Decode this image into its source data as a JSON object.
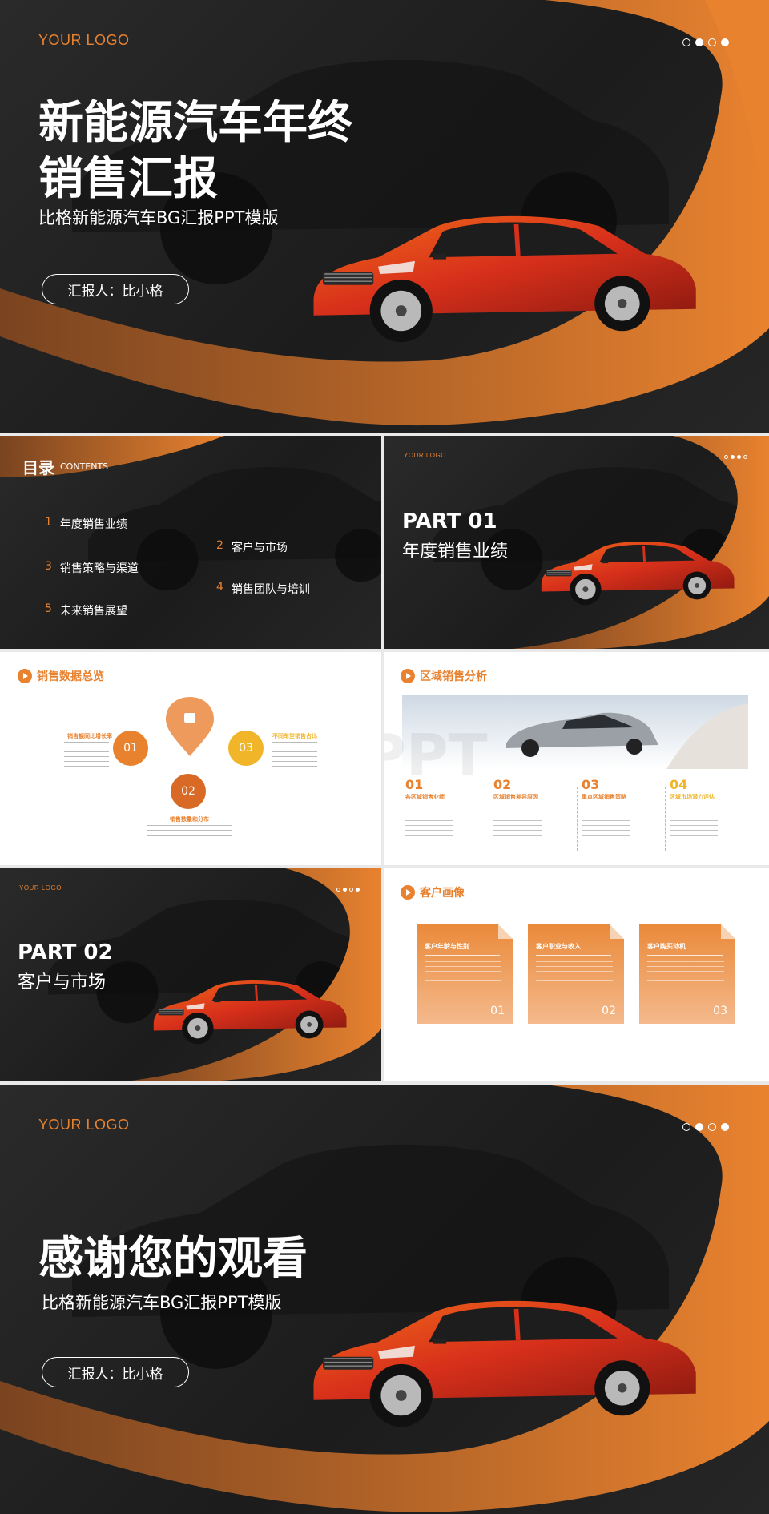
{
  "cover": {
    "logo": "YOUR LOGO",
    "title_line1": "新能源汽车年终",
    "title_line2": "销售汇报",
    "subtitle": "比格新能源汽车BG汇报PPT模版",
    "presenter": "汇报人：比小格"
  },
  "toc": {
    "heading": "目录",
    "heading_en": "CONTENTS",
    "items": [
      {
        "num": "1",
        "label": "年度销售业绩"
      },
      {
        "num": "2",
        "label": "客户与市场"
      },
      {
        "num": "3",
        "label": "销售策略与渠道"
      },
      {
        "num": "4",
        "label": "销售团队与培训"
      },
      {
        "num": "5",
        "label": "未来销售展望"
      }
    ]
  },
  "part1": {
    "logo": "YOUR LOGO",
    "part": "PART 01",
    "title": "年度销售业绩"
  },
  "part2": {
    "logo": "YOUR LOGO",
    "part": "PART 02",
    "title": "客户与市场"
  },
  "overview": {
    "heading": "销售数据总览",
    "nodes": [
      {
        "num": "01",
        "label": "销售额同比增长率"
      },
      {
        "num": "02",
        "label": "销售数量和分布"
      },
      {
        "num": "03",
        "label": "不同车型销售占比"
      }
    ]
  },
  "regional": {
    "heading": "区域销售分析",
    "cols": [
      {
        "num": "01",
        "label": "各区域销售业绩",
        "color": "#e8822f"
      },
      {
        "num": "02",
        "label": "区域销售差异原因",
        "color": "#e8822f"
      },
      {
        "num": "03",
        "label": "重点区域销售策略",
        "color": "#e8822f"
      },
      {
        "num": "04",
        "label": "区域市场潜力评估",
        "color": "#f0b528"
      }
    ]
  },
  "persona": {
    "heading": "客户画像",
    "cards": [
      {
        "title": "客户年龄与性别",
        "num": "01"
      },
      {
        "title": "客户职业与收入",
        "num": "02"
      },
      {
        "title": "客户购买动机",
        "num": "03"
      }
    ]
  },
  "closing": {
    "logo": "YOUR LOGO",
    "title": "感谢您的观看",
    "subtitle": "比格新能源汽车BG汇报PPT模版",
    "presenter": "汇报人：比小格"
  },
  "watermark": "比格PPT",
  "colors": {
    "accent": "#e8822f",
    "yellow": "#f0b528",
    "dark": "#1f1f1f",
    "car_red": "#d8301b"
  }
}
